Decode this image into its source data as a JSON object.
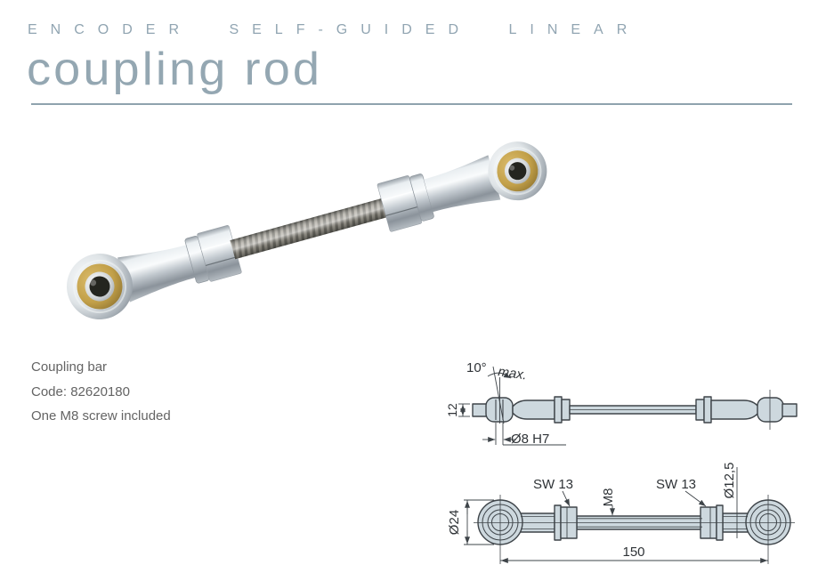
{
  "header": {
    "eyebrow": "ENCODER SELF-GUIDED LINEAR",
    "title": "coupling rod"
  },
  "product_info": {
    "name": "Coupling bar",
    "code": "Code: 82620180",
    "note": "One M8 screw included"
  },
  "drawings": {
    "side_view": {
      "angle": "10°",
      "angle_suffix": "max.",
      "dim_height": "12",
      "dim_bore": "Ø8 H7"
    },
    "front_view": {
      "dim_eye_diameter": "Ø24",
      "dim_wrench_left": "SW 13",
      "dim_thread": "M8",
      "dim_wrench_right": "SW 13",
      "dim_shank_diameter": "Ø12,5",
      "dim_length": "150"
    }
  },
  "colors": {
    "accent": "#94a7b2",
    "rule": "#8fa3ae",
    "drawing_fill": "#cdd8de",
    "drawing_line": "#3e4449",
    "body_text": "#646464"
  }
}
